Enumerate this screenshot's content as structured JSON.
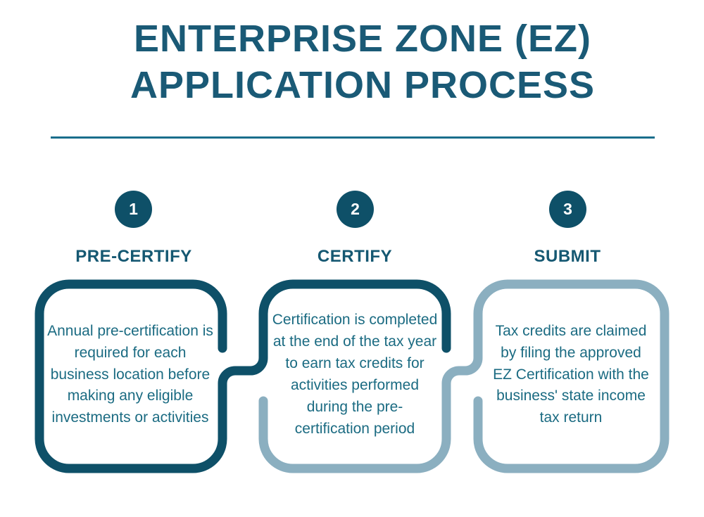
{
  "title": {
    "line1": "ENTERPRISE ZONE (EZ)",
    "line2": "APPLICATION PROCESS"
  },
  "steps": [
    {
      "number": "1",
      "label": "PRE-CERTIFY",
      "description": "Annual pre-certification is required for each business location before making any eligible investments or activities"
    },
    {
      "number": "2",
      "label": "CERTIFY",
      "description": "Certification is completed at the end of the tax year to earn tax credits for activities performed during the pre-certification period"
    },
    {
      "number": "3",
      "label": "SUBMIT",
      "description": "Tax credits are claimed by filing the approved EZ Certification with the business' state income tax return"
    }
  ],
  "colors": {
    "dark_teal": "#0e5068",
    "light_blue": "#8bafc0",
    "title_text": "#1a5a76",
    "heading_text": "#155872",
    "body_text": "#1b6b82",
    "circle_fill": "#0e5068",
    "circle_number": "#ffffff",
    "divider": "#1a6e8c"
  }
}
